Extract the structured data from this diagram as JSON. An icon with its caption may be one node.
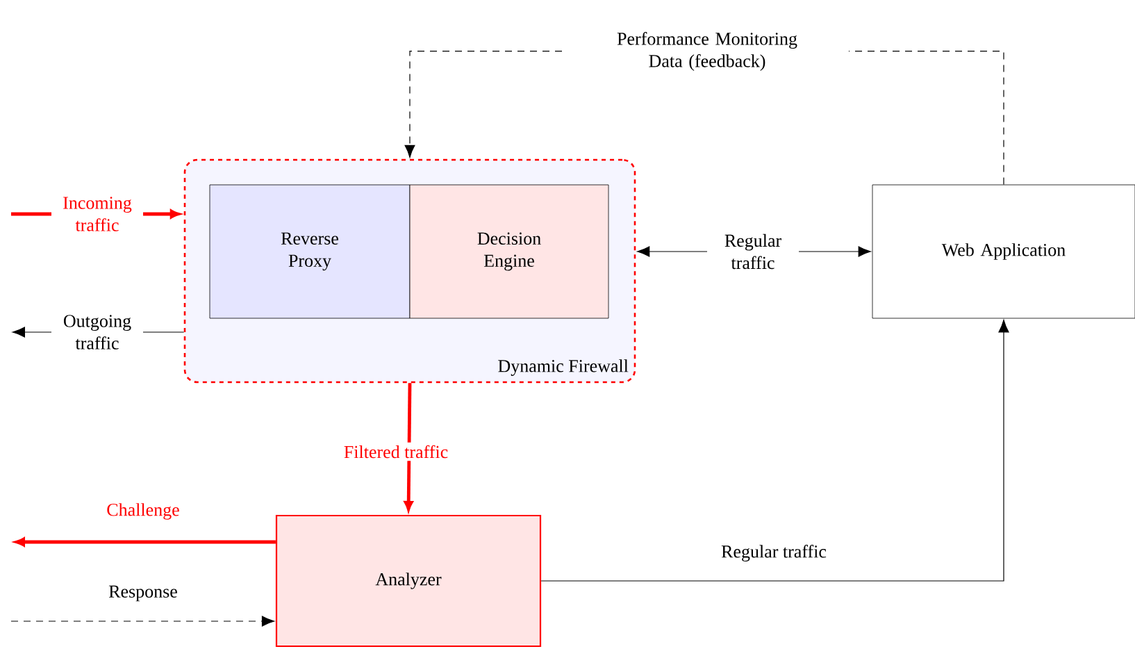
{
  "diagram": {
    "nodes": [
      {
        "text": [
          "Dynamic Firewall"
        ]
      },
      {
        "text": [
          "Reverse Proxy"
        ],
        "in": 0
      },
      {
        "text": [
          "Decision Engine"
        ],
        "in": 0
      },
      {
        "text": [
          "Web Application"
        ]
      },
      {
        "text": [
          "Analyzer"
        ]
      }
    ],
    "edges": [
      {
        "from": null,
        "to": 0,
        "arrow": "to",
        "label": "Incoming traffic",
        "style": "thick",
        "color": "#ff0000"
      },
      {
        "from": 0,
        "to": null,
        "arrow": "to",
        "label": "Outgoing traffic"
      },
      {
        "from": 0,
        "to": 3,
        "arrow": "both",
        "label": "Regular traffic"
      },
      {
        "from": 3,
        "to": 0,
        "arrow": "to",
        "label": "Performance Monitoring Data (feedback)",
        "style": "dashed"
      },
      {
        "from": 0,
        "to": 4,
        "arrow": "to",
        "label": "Filtered traffic",
        "style": "thick",
        "color": "#ff0000"
      },
      {
        "from": 4,
        "to": null,
        "arrow": "to",
        "label": "Challenge",
        "style": "thick",
        "color": "#ff0000"
      },
      {
        "from": null,
        "to": 4,
        "arrow": "to",
        "label": "Response",
        "style": "dashed"
      },
      {
        "from": 4,
        "to": 3,
        "arrow": "to",
        "label": "Regular traffic"
      }
    ]
  }
}
